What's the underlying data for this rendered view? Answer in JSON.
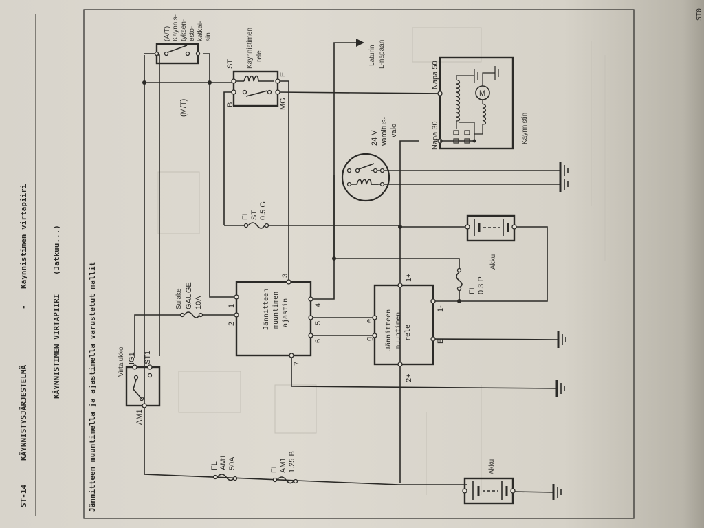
{
  "header": {
    "page_code": "ST-14",
    "section": "KÄYNNISTYSJÄRJESTELMÄ",
    "separator": "-",
    "subsection": "Käynnistimen virtapiiri",
    "title": "KÄYNNISTIMEN VIRTAPIIRI",
    "continued": "(Jatkuu...)",
    "corner_mark": "ST0"
  },
  "diagram": {
    "caption": "Jännitteen muuntimella ja ajastimella varustetut mallit",
    "ignition_switch": {
      "label": "Virtalukko",
      "terminals": [
        "IG1",
        "ST1",
        "AM1"
      ]
    },
    "fuse_gauge": {
      "line1": "Sulake",
      "line2": "GAUGE",
      "line3": "10A"
    },
    "fuse_am1_50a": {
      "line1": "FL",
      "line2": "AM1",
      "line3": "50A"
    },
    "fuse_am1_125b": {
      "line1": "FL",
      "line2": "AM1",
      "line3": "1.25 B"
    },
    "fuse_st": {
      "line1": "FL",
      "line2": "ST",
      "line3": "0.5 G"
    },
    "fuse_03p": {
      "line1": "FL",
      "line2": "0.3 P"
    },
    "timer": {
      "line1": "Jännitteen",
      "line2": "muuntimen",
      "line3": "ajastin",
      "pins": [
        "1",
        "2",
        "3",
        "4",
        "5",
        "6",
        "7"
      ]
    },
    "converter_relay": {
      "line1": "Jännitteen",
      "line2": "muuntimen",
      "line3": "rele",
      "pins": [
        "1+",
        "1-",
        "2+",
        "e",
        "g",
        "E"
      ]
    },
    "starter_relay": {
      "line1": "Käynnistimen",
      "line2": "rele",
      "pins": [
        "ST",
        "E",
        "B",
        "MG"
      ]
    },
    "neutral_switch": {
      "line1": "(A/T)",
      "line2": "Käynnis-",
      "line3": "tyksen-",
      "line4": "esto-",
      "line5": "katkai-",
      "line6": "sin"
    },
    "mt_label": "(M/T)",
    "warning_lamp": {
      "line1": "24 V",
      "line2": "varoitus-",
      "line3": "valo"
    },
    "alternator": {
      "line1": "Laturin",
      "line2": "L-napaan"
    },
    "starter": {
      "label": "Käynnistin",
      "napa30": "Napa 30",
      "napa50": "Napa 50",
      "motor": "M"
    },
    "battery_1": {
      "label": "Akku"
    },
    "battery_2": {
      "label": "Akku"
    }
  }
}
